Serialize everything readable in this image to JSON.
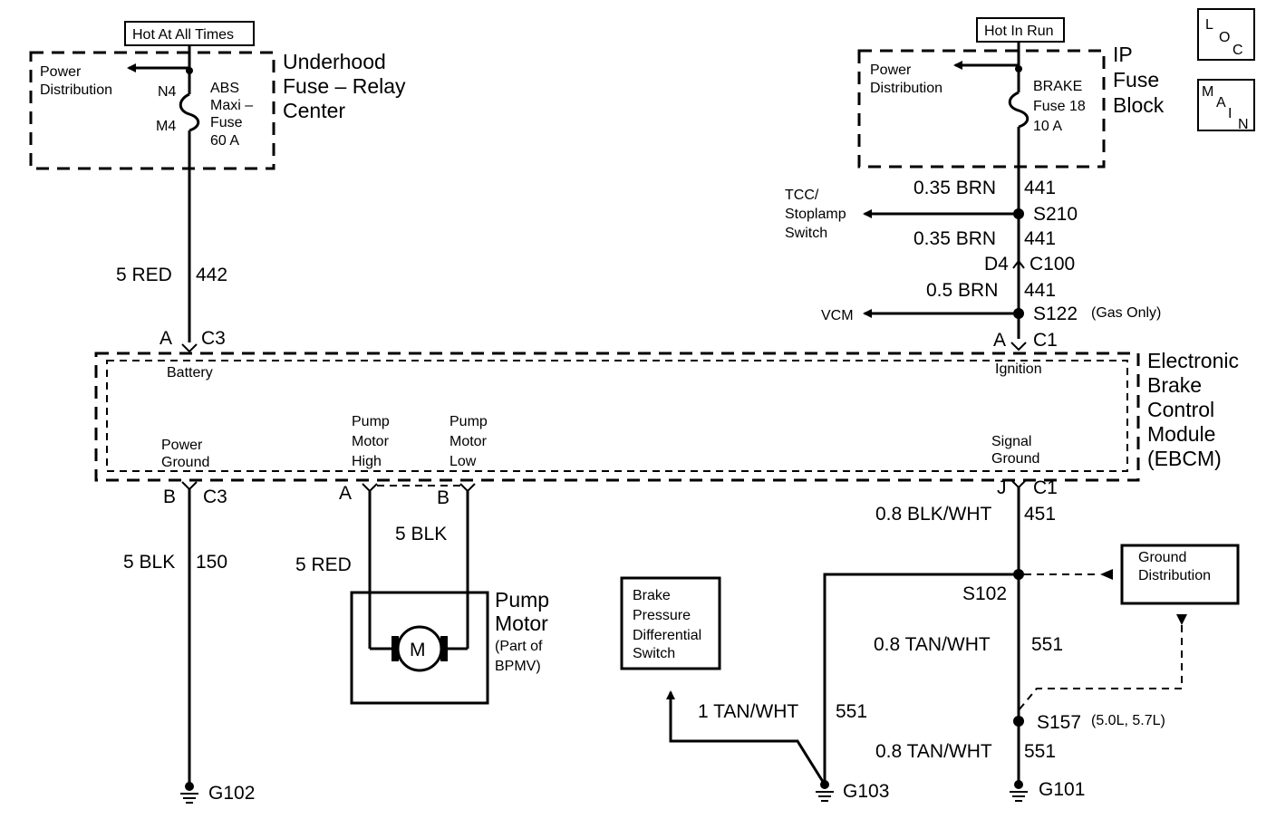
{
  "hot_labels": {
    "left": "Hot At All Times",
    "right": "Hot In Run"
  },
  "corner_icons": {
    "loc": {
      "l": "L",
      "o": "O",
      "c": "C"
    },
    "main": {
      "m": "M",
      "a": "A",
      "i": "I",
      "n": "N"
    }
  },
  "underhood": {
    "power_dist_line1": "Power",
    "power_dist_line2": "Distribution",
    "pin_top": "N4",
    "pin_bottom": "M4",
    "fuse_line1": "ABS",
    "fuse_line2": "Maxi –",
    "fuse_line3": "Fuse",
    "fuse_line4": "60 A",
    "title_line1": "Underhood",
    "title_line2": "Fuse – Relay",
    "title_line3": "Center"
  },
  "ip_block": {
    "power_dist_line1": "Power",
    "power_dist_line2": "Distribution",
    "fuse_line1": "BRAKE",
    "fuse_line2": "Fuse 18",
    "fuse_line3": "10 A",
    "title_line1": "IP",
    "title_line2": "Fuse",
    "title_line3": "Block"
  },
  "ignition_circuit": {
    "w1_gauge": "0.35 BRN",
    "w1_circuit": "441",
    "splice1": "S210",
    "tcc_line1": "TCC/",
    "tcc_line2": "Stoplamp",
    "tcc_line3": "Switch",
    "w2_gauge": "0.35 BRN",
    "w2_circuit": "441",
    "conn_pin": "D4",
    "conn_id": "C100",
    "w3_gauge": "0.5 BRN",
    "w3_circuit": "441",
    "splice2": "S122",
    "splice2_note": "(Gas Only)",
    "vcm": "VCM",
    "ebcm_pin": "A",
    "ebcm_conn": "C1",
    "ebcm_terminal": "Ignition"
  },
  "battery_circuit": {
    "gauge": "5 RED",
    "circuit": "442",
    "pin": "A",
    "conn": "C3",
    "terminal": "Battery"
  },
  "ebcm": {
    "title_line1": "Electronic",
    "title_line2": "Brake",
    "title_line3": "Control",
    "title_line4": "Module",
    "title_line5": "(EBCM)"
  },
  "power_ground": {
    "term_line1": "Power",
    "term_line2": "Ground",
    "pin": "B",
    "conn": "C3",
    "gauge": "5 BLK",
    "circuit": "150",
    "ground": "G102"
  },
  "pump": {
    "high_line1": "Pump",
    "high_line2": "Motor",
    "high_line3": "High",
    "low_line1": "Pump",
    "low_line2": "Motor",
    "low_line3": "Low",
    "pin_a": "A",
    "pin_b": "B",
    "wire_b": "5 BLK",
    "wire_a": "5 RED",
    "motor_symbol": "M",
    "title_line1": "Pump",
    "title_line2": "Motor",
    "title_line3": "(Part of",
    "title_line4": "BPMV)"
  },
  "signal_ground": {
    "term_line1": "Signal",
    "term_line2": "Ground",
    "pin": "J",
    "conn": "C1",
    "w1_gauge": "0.8 BLK/WHT",
    "w1_circuit": "451",
    "splice1": "S102",
    "ground_dist_line1": "Ground",
    "ground_dist_line2": "Distribution",
    "w2_gauge": "0.8 TAN/WHT",
    "w2_circuit": "551",
    "splice2": "S157",
    "splice2_note": "(5.0L, 5.7L)",
    "w3_gauge": "0.8 TAN/WHT",
    "w3_circuit": "551",
    "ground": "G101"
  },
  "brake_switch": {
    "line1": "Brake",
    "line2": "Pressure",
    "line3": "Differential",
    "line4": "Switch",
    "gauge": "1 TAN/WHT",
    "circuit": "551",
    "ground": "G103"
  }
}
